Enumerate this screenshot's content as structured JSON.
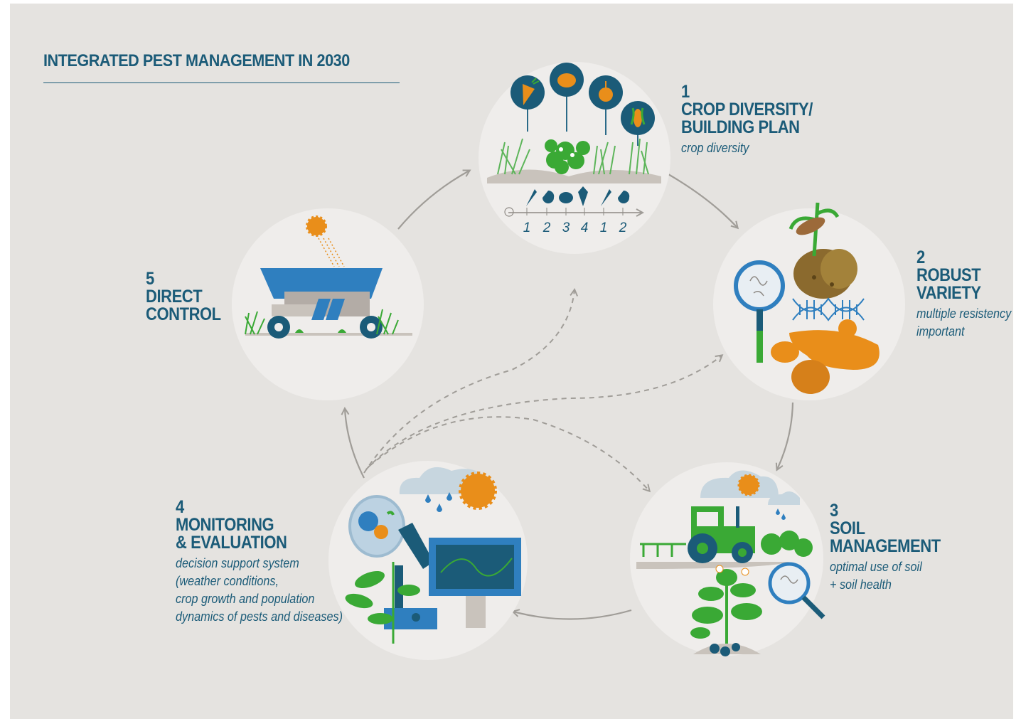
{
  "title": "INTEGRATED PEST MANAGEMENT IN 2030",
  "steps": [
    {
      "number": "1",
      "heading": "CROP DIVERSITY/\nBUILDING PLAN",
      "description": "crop diversity"
    },
    {
      "number": "2",
      "heading": "ROBUST\nVARIETY",
      "description": "multiple resistency\nimportant"
    },
    {
      "number": "3",
      "heading": "SOIL\nMANAGEMENT",
      "description": "optimal use of soil\n+ soil health"
    },
    {
      "number": "4",
      "heading": "MONITORING\n& EVALUATION",
      "description": "decision support system\n(weather conditions,\ncrop growth and population\ndynamics of pests and diseases)"
    },
    {
      "number": "5",
      "heading": "DIRECT\nCONTROL",
      "description": ""
    }
  ],
  "rotation_sequence": [
    "1",
    "2",
    "3",
    "4",
    "1",
    "2"
  ],
  "colors": {
    "background": "#e5e3e0",
    "circle": "#efedeb",
    "heading_blue": "#1b5b78",
    "accent_blue": "#2f7fbf",
    "orange": "#e98e1a",
    "green": "#3aa935",
    "arrow_grey": "#a09d98"
  }
}
